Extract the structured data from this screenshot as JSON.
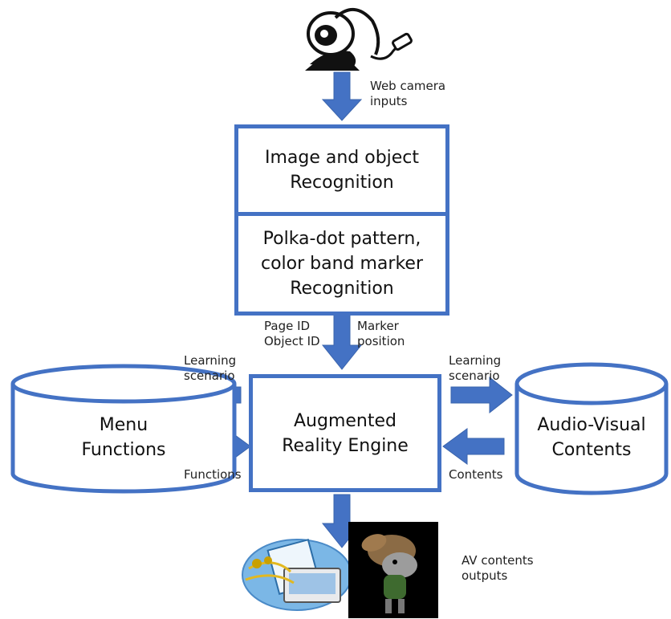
{
  "recognition": {
    "image_object": "Image and object\nRecognition",
    "marker": "Polka-dot pattern,\ncolor band marker\nRecognition"
  },
  "engine": {
    "label": "Augmented\nReality Engine"
  },
  "menu_db": {
    "label": "Menu\nFunctions"
  },
  "av_db": {
    "label": "Audio-Visual\nContents"
  },
  "labels": {
    "web_camera": "Web camera\ninputs",
    "page_object_id": "Page ID\nObject ID",
    "marker_position": "Marker\nposition",
    "learning_scenario_left": "Learning\nscenario",
    "functions": "Functions",
    "learning_scenario_right": "Learning\nscenario",
    "contents": "Contents",
    "av_outputs": "AV contents\noutputs"
  },
  "colors": {
    "accent": "#4472c4"
  },
  "icons": [
    "webcam-icon",
    "multimedia-icon",
    "cartoon-character-icon"
  ]
}
